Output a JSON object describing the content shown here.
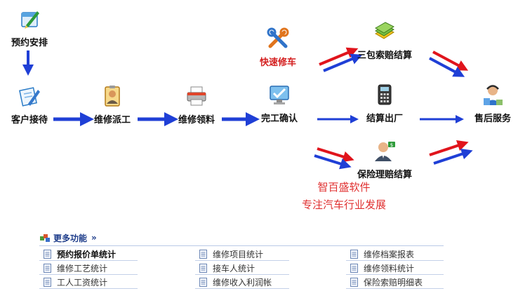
{
  "flow": {
    "appointment": "预约安排",
    "reception": "客户接待",
    "dispatch": "维修派工",
    "materials": "维修领料",
    "completion": "完工确认",
    "quick_repair": "快速修车",
    "warranty_claim": "三包索赔结算",
    "checkout": "结算出厂",
    "insurance_claim": "保险理赔结算",
    "after_sales": "售后服务"
  },
  "slogan": {
    "line1": "智百盛软件",
    "line2": "专注汽车行业发展"
  },
  "more": {
    "title": "更多功能",
    "arrows": "»",
    "items": [
      "预约报价单统计",
      "维修工艺统计",
      "工人工资统计",
      "维修项目统计",
      "接车人统计",
      "维修收入利润帐",
      "维修档案报表",
      "维修领料统计",
      "保险索赔明细表"
    ]
  },
  "colors": {
    "arrow_blue": "#1f3fd6",
    "arrow_red": "#e0141c",
    "slogan": "#e03030",
    "link_blue": "#1d3c8a"
  }
}
